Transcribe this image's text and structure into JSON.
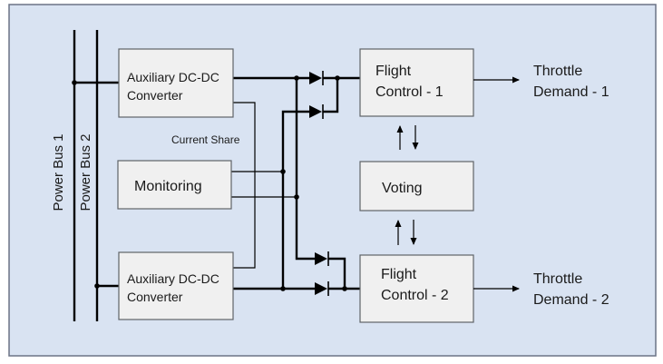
{
  "diagram": {
    "type": "block-diagram",
    "colors": {
      "background": "#d9e3f2",
      "box_fill": "#f0f0f0",
      "line": "#000000"
    },
    "buses": [
      {
        "id": "bus1",
        "label": "Power Bus 1"
      },
      {
        "id": "bus2",
        "label": "Power Bus 2"
      }
    ],
    "boxes": {
      "converter_top": {
        "line1": "Auxiliary DC-DC",
        "line2": "Converter"
      },
      "monitoring": {
        "label": "Monitoring"
      },
      "converter_bottom": {
        "line1": "Auxiliary DC-DC",
        "line2": "Converter"
      },
      "flight_control_1": {
        "line1": "Flight",
        "line2": "Control - 1"
      },
      "voting": {
        "label": "Voting"
      },
      "flight_control_2": {
        "line1": "Flight",
        "line2": "Control - 2"
      }
    },
    "labels": {
      "current_share": "Current Share",
      "output_1": {
        "line1": "Throttle",
        "line2": "Demand - 1"
      },
      "output_2": {
        "line1": "Throttle",
        "line2": "Demand - 2"
      }
    },
    "connections": [
      {
        "from": "bus1",
        "to": "converter_top",
        "style": "thick"
      },
      {
        "from": "bus2",
        "to": "converter_bottom",
        "style": "thick"
      },
      {
        "from": "converter_top",
        "to": "converter_bottom",
        "label": "Current Share",
        "style": "thin"
      },
      {
        "from": "converter_top",
        "to": "flight_control_1",
        "via": "diode",
        "style": "thick"
      },
      {
        "from": "converter_top",
        "to": "flight_control_2",
        "via": "diode",
        "style": "thick"
      },
      {
        "from": "converter_bottom",
        "to": "flight_control_1",
        "via": "diode",
        "style": "thick"
      },
      {
        "from": "converter_bottom",
        "to": "flight_control_2",
        "via": "diode",
        "style": "thick"
      },
      {
        "from": "monitoring",
        "to": "converter_bottom_output_rail",
        "style": "thin"
      },
      {
        "from": "monitoring",
        "to": "converter_top_output_rail",
        "style": "thin"
      },
      {
        "from": "flight_control_1",
        "to": "voting",
        "bidirectional": true
      },
      {
        "from": "voting",
        "to": "flight_control_2",
        "bidirectional": true
      },
      {
        "from": "flight_control_1",
        "to": "output_1",
        "arrow": true
      },
      {
        "from": "flight_control_2",
        "to": "output_2",
        "arrow": true
      }
    ]
  }
}
